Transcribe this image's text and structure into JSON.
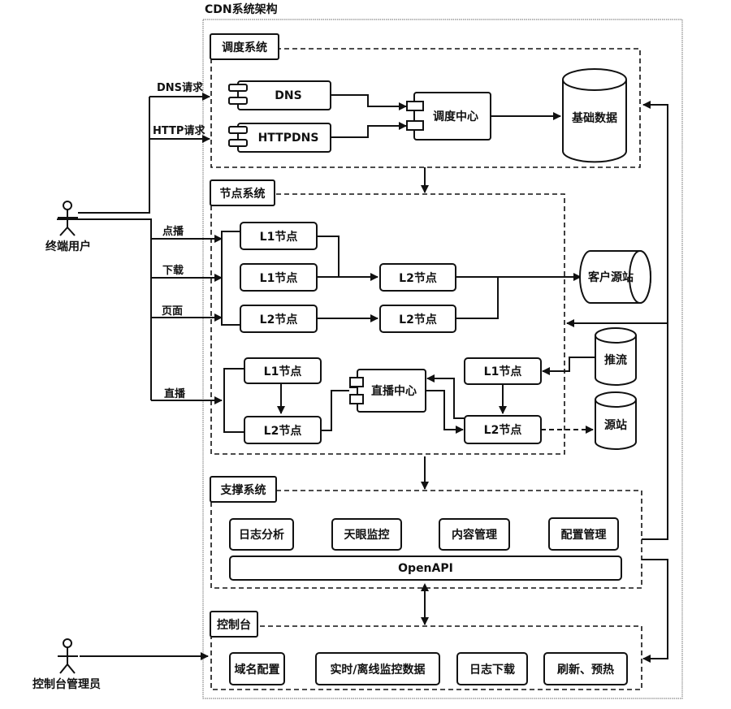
{
  "title": "CDN系统架构",
  "actors": {
    "end_user": "终端用户",
    "console_admin": "控制台管理员"
  },
  "edge_labels": {
    "dns_request": "DNS请求",
    "http_request": "HTTP请求",
    "vod": "点播",
    "download": "下载",
    "page": "页面",
    "live": "直播"
  },
  "scheduling": {
    "title": "调度系统",
    "dns": "DNS",
    "httpdns": "HTTPDNS",
    "center": "调度中心",
    "base_data": "基础数据"
  },
  "nodes": {
    "title": "节点系统",
    "row1_l1": "L1节点",
    "row2_l1": "L1节点",
    "row2_l2": "L2节点",
    "row3_l2a": "L2节点",
    "row3_l2b": "L2节点",
    "customer_origin": "客户源站",
    "live_left_l1": "L1节点",
    "live_left_l2": "L2节点",
    "live_center": "直播中心",
    "live_right_l1": "L1节点",
    "live_right_l2": "L2节点",
    "push_stream": "推流",
    "origin": "源站"
  },
  "support": {
    "title": "支撑系统",
    "items": [
      "日志分析",
      "天眼监控",
      "内容管理",
      "配置管理"
    ],
    "openapi": "OpenAPI"
  },
  "console": {
    "title": "控制台",
    "items": [
      "域名配置",
      "实时/离线监控数据",
      "日志下载",
      "刷新、预热"
    ]
  }
}
